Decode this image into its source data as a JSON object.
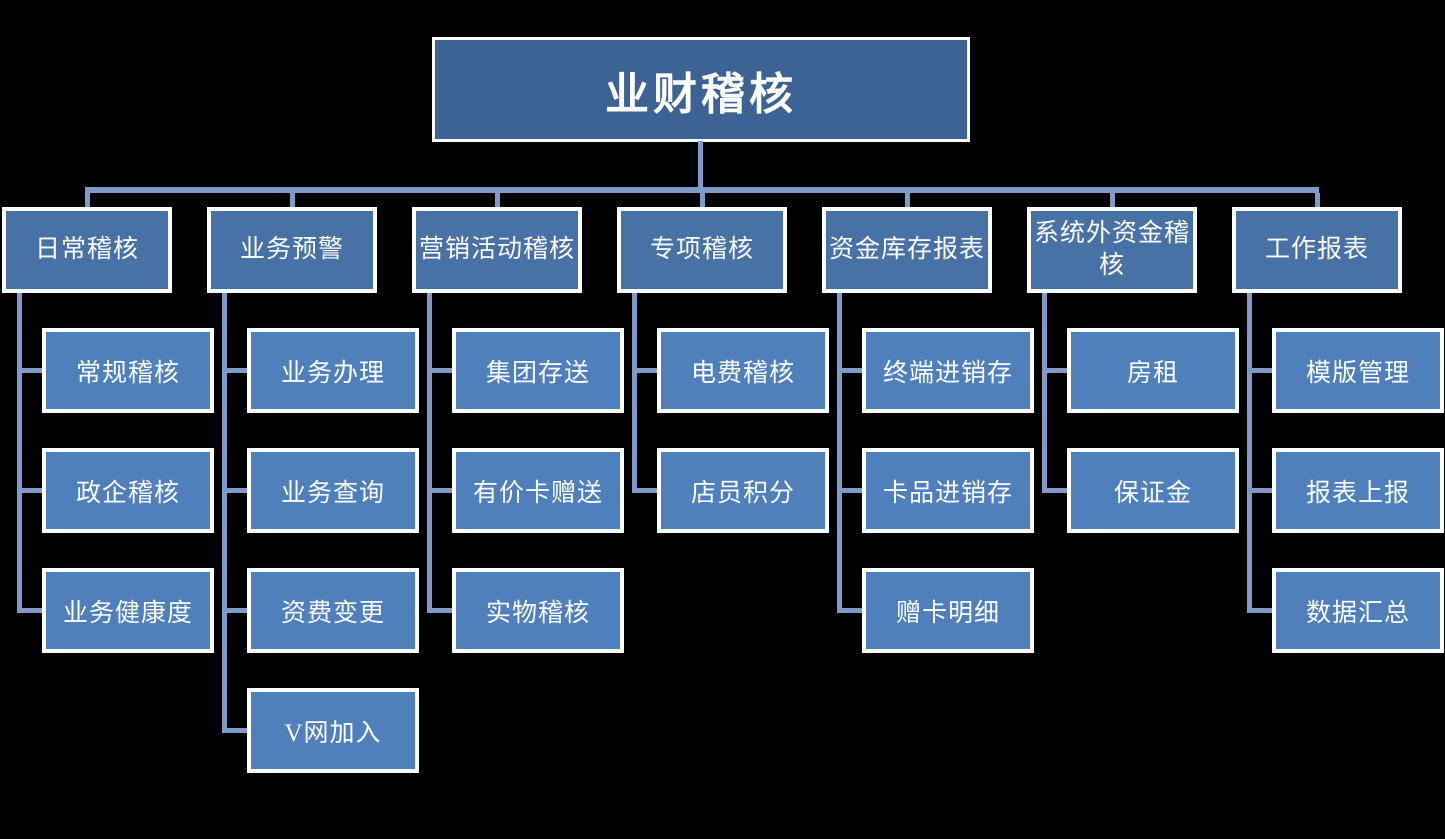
{
  "diagram": {
    "title": "业财稽核",
    "colors": {
      "background": "#000000",
      "root_fill": "#3c6394",
      "branch_fill": "#4871a5",
      "leaf_fill": "#5080bb",
      "border": "#ffffff",
      "connector": "#8099c6",
      "text": "#ffffff"
    },
    "tree": {
      "root": {
        "label": "业财稽核"
      },
      "branches": [
        {
          "label": "日常稽核",
          "children": [
            "常规稽核",
            "政企稽核",
            "业务健康度"
          ]
        },
        {
          "label": "业务预警",
          "children": [
            "业务办理",
            "业务查询",
            "资费变更",
            "V网加入"
          ]
        },
        {
          "label": "营销活动稽核",
          "children": [
            "集团存送",
            "有价卡赠送",
            "实物稽核"
          ]
        },
        {
          "label": "专项稽核",
          "children": [
            "电费稽核",
            "店员积分"
          ]
        },
        {
          "label": "资金库存报表",
          "children": [
            "终端进销存",
            "卡品进销存",
            "赠卡明细"
          ]
        },
        {
          "label": "系统外资金稽核",
          "children": [
            "房租",
            "保证金"
          ]
        },
        {
          "label": "工作报表",
          "children": [
            "模版管理",
            "报表上报",
            "数据汇总"
          ]
        }
      ]
    }
  }
}
